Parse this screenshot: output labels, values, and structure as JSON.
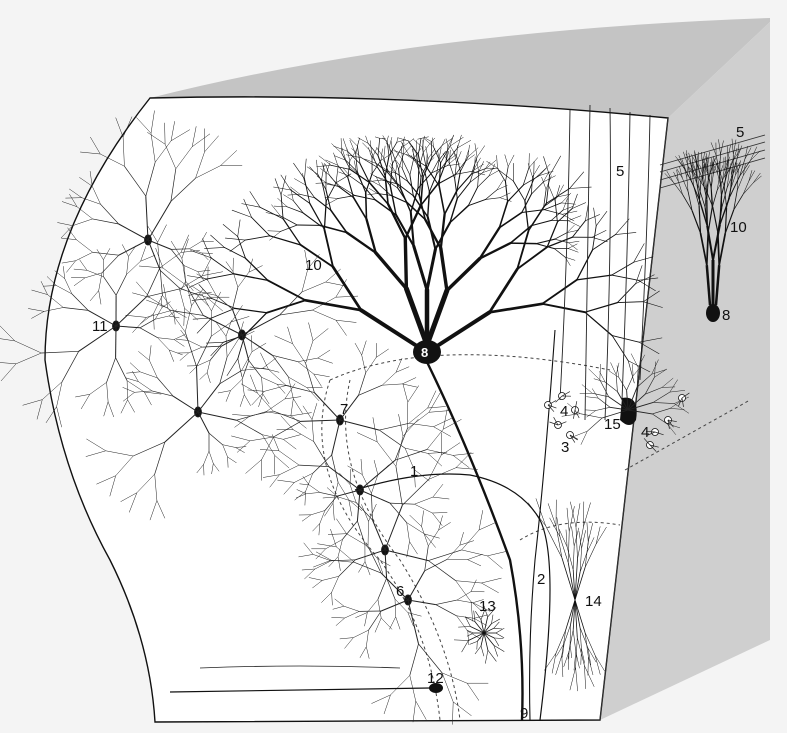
{
  "figure": {
    "labels": {
      "l1": "1",
      "l2": "2",
      "l3": "3",
      "l4a": "4",
      "l4b": "4",
      "l5a": "5",
      "l5b": "5",
      "l6": "6",
      "l7": "7",
      "l8a": "8",
      "l8b": "8",
      "l9": "9",
      "l10a": "10",
      "l10b": "10",
      "l11": "11",
      "l12": "12",
      "l13": "13",
      "l14": "14",
      "l15": "15"
    },
    "colors": {
      "ink": "#111111",
      "section": "#ffffff",
      "top_surface": "#c4c4c4",
      "side_surface": "#cfcfcf",
      "background": "#f4f4f4"
    }
  }
}
